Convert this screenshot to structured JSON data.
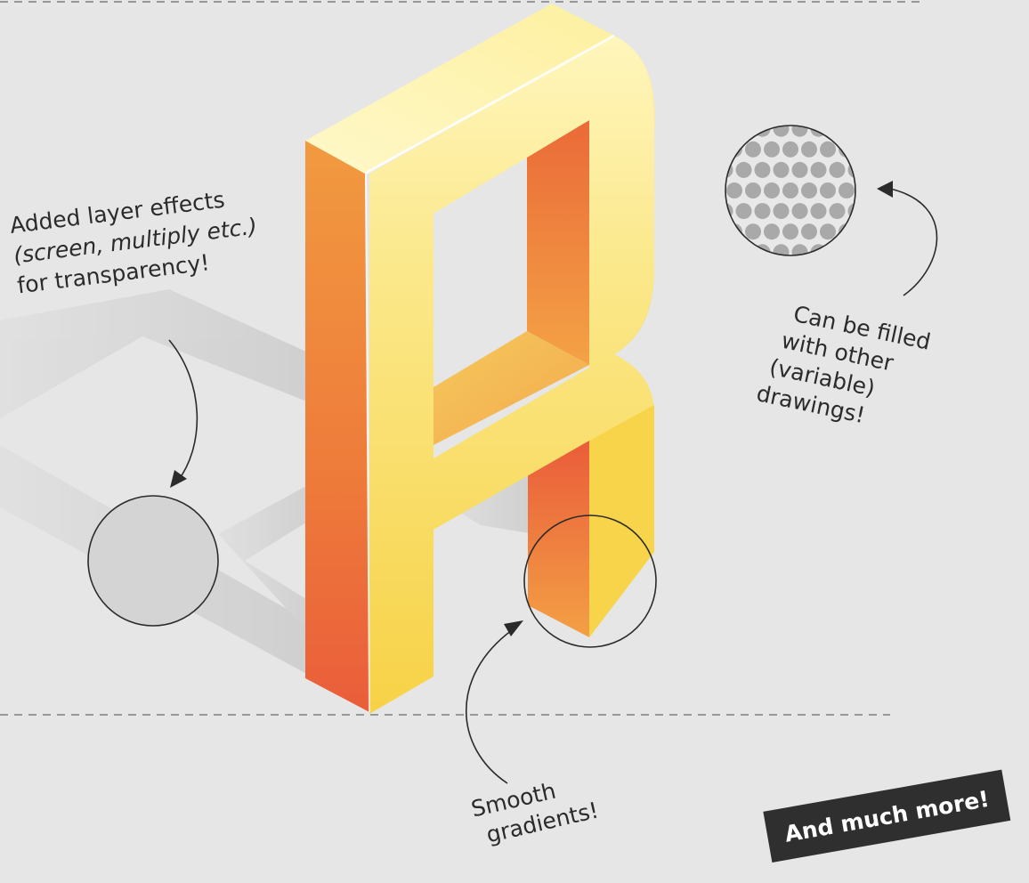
{
  "annotations": {
    "layer_effects": {
      "line1": "Added layer effects",
      "line2": "(screen, multiply etc.)",
      "line3": "for  transparency!"
    },
    "filled": {
      "line1": "Can be filled",
      "line2": "with other",
      "line3": "(variable)",
      "line4": "drawings!"
    },
    "gradients": {
      "line1": "Smooth",
      "line2": "gradients!"
    }
  },
  "badge": {
    "label": "And much more!"
  },
  "colors": {
    "background": "#e6e6e6",
    "face_light": "#fff3b0",
    "face_yellow": "#f8d648",
    "side_orange": "#f0903c",
    "side_red": "#ea5c3a",
    "shadow": "#d2d2d2",
    "ink": "#2b2b2b",
    "dots": "#a9a9a9"
  }
}
